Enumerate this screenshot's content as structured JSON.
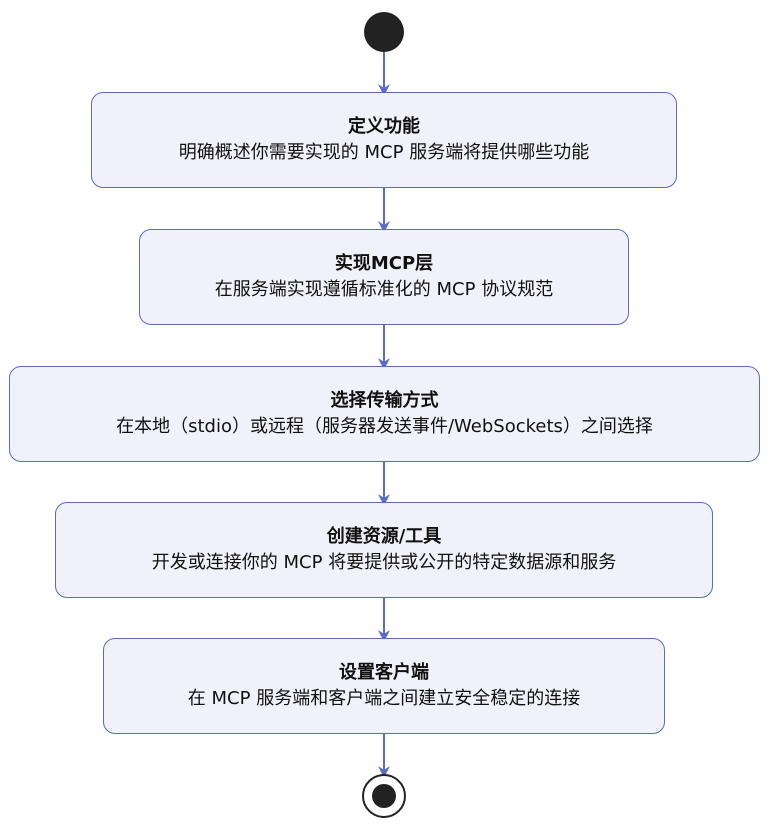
{
  "diagram": {
    "colors": {
      "node_fill": "#f1f1fa",
      "node_border": "#5b6bbf",
      "arrow": "#5b6bbf",
      "start_end": "#222222"
    },
    "start_node": "start",
    "end_node": "end",
    "steps": [
      {
        "title": "定义功能",
        "description": "明确概述你需要实现的 MCP 服务端将提供哪些功能"
      },
      {
        "title": "实现MCP层",
        "description": "在服务端实现遵循标准化的 MCP 协议规范"
      },
      {
        "title": "选择传输方式",
        "description": "在本地（stdio）或远程（服务器发送事件/WebSockets）之间选择"
      },
      {
        "title": "创建资源/工具",
        "description": "开发或连接你的 MCP 将要提供或公开的特定数据源和服务"
      },
      {
        "title": "设置客户端",
        "description": "在 MCP 服务端和客户端之间建立安全稳定的连接"
      }
    ]
  }
}
